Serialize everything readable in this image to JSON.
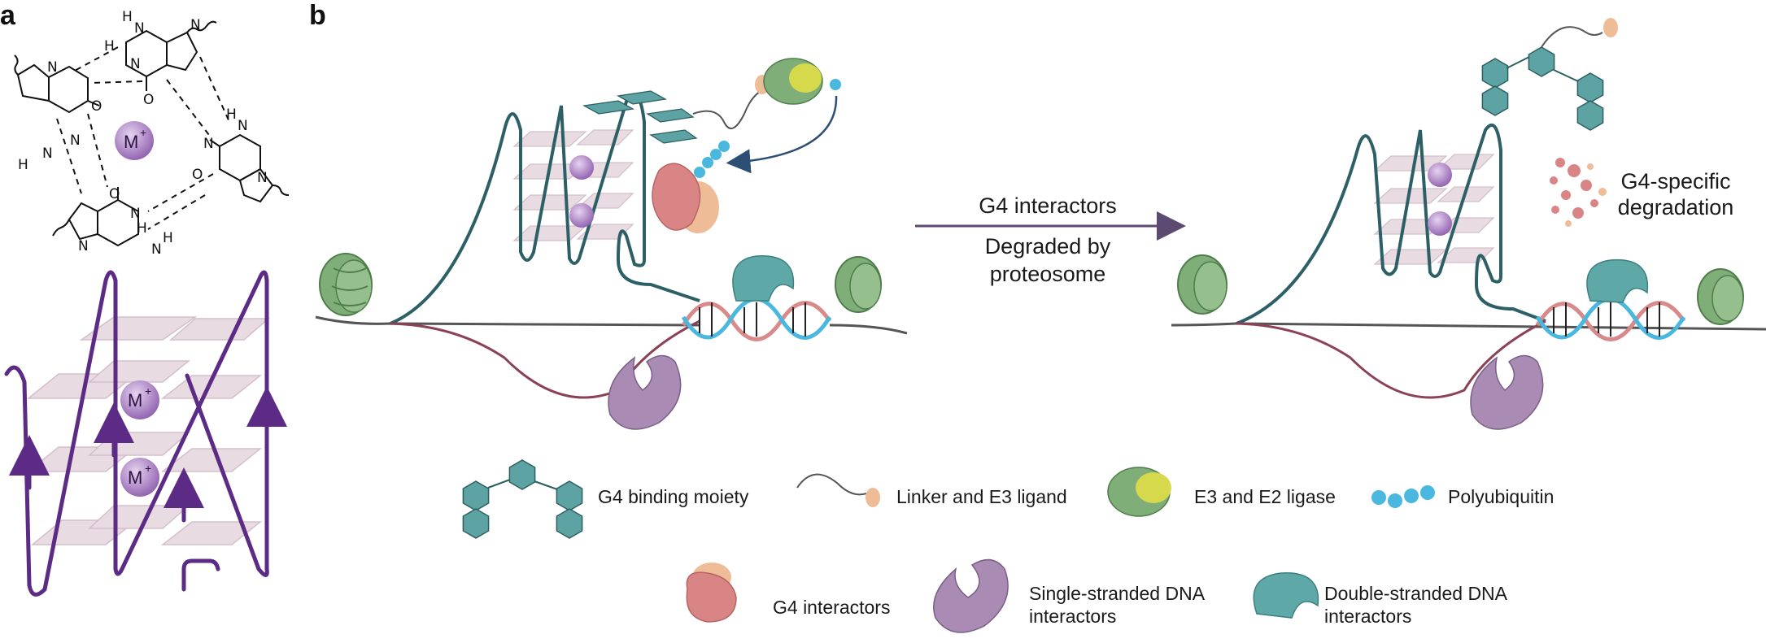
{
  "panel_a": {
    "letter": "a",
    "ion_label": "M",
    "ion_charge": "+",
    "atoms": {
      "N": "N",
      "H": "H",
      "O": "O"
    }
  },
  "panel_b": {
    "letter": "b",
    "arrow_label_top": "G4 interactors",
    "arrow_label_bottom_1": "Degraded by",
    "arrow_label_bottom_2": "proteosome",
    "degradation_label_1": "G4-specific",
    "degradation_label_2": "degradation"
  },
  "legend": {
    "g4_binding": "G4 binding moiety",
    "linker": "Linker and E3 ligand",
    "e3e2": "E3 and E2 ligase",
    "polyub": "Polyubiquitin",
    "g4_interactors": "G4 interactors",
    "ssdna_1": "Single-stranded DNA",
    "ssdna_2": "interactors",
    "dsdna_1": "Double-stranded DNA",
    "dsdna_2": "interactors"
  },
  "colors": {
    "strand_dark": "#2d5f66",
    "strand_purple": "#5b2b86",
    "plate": "#e9dbe2",
    "ion": "#a77bc0",
    "nucleosome": "#7fae78",
    "e3_yellow": "#d6d94c",
    "ubiquitin": "#4ab8de",
    "g4_interactor": "#d98585",
    "g4_interactor_light": "#efbc98",
    "ssdna": "#a98bb4",
    "dsdna": "#5fa8a8",
    "linker_wine": "#8c4256",
    "moiety": "#5ea3a3"
  }
}
